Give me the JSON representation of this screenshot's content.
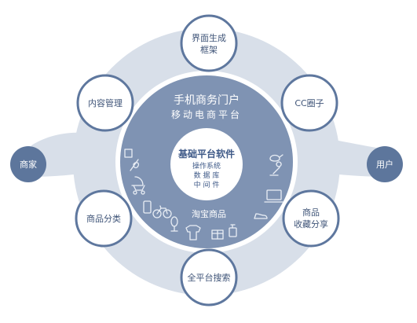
{
  "palette": {
    "outer_ring": "#d8dfe9",
    "inner_disc": "#7f93b3",
    "inner_disc_dark": "#6e84a6",
    "node_fill": "#ffffff",
    "node_stroke": "#5e779e",
    "node_text": "#3f5478",
    "endpoint_fill": "#5d769c",
    "center_fill": "#ffffff",
    "center_text": "#3f5a88",
    "disc_text": "#ffffff",
    "icon_line": "#e9eef5"
  },
  "left_endpoint": {
    "label": "商家"
  },
  "right_endpoint": {
    "label": "用户"
  },
  "nodes": [
    {
      "id": "interface-gen",
      "lines": [
        "界面生成",
        "框架"
      ]
    },
    {
      "id": "content-mgmt",
      "lines": [
        "内容管理"
      ]
    },
    {
      "id": "cc-circle",
      "lines": [
        "CC圈子"
      ]
    },
    {
      "id": "product-category",
      "lines": [
        "商品分类"
      ]
    },
    {
      "id": "product-fav-share",
      "lines": [
        "商品",
        "收藏分享"
      ]
    },
    {
      "id": "platform-search",
      "lines": [
        "全平台搜索"
      ]
    }
  ],
  "disc": {
    "title": "手机商务门户",
    "subtitle": "移动电商平台",
    "taobao_label": "淘宝商品"
  },
  "center": {
    "title": "基础平台软件",
    "line1": "操作系统",
    "line2": "数 据 库",
    "line3": "中 间 件"
  },
  "icons": [
    "violin-icon",
    "stroller-icon",
    "phone-icon",
    "bicycle-icon",
    "mirror-icon",
    "clothing-icon",
    "gift-icon",
    "perfume-icon",
    "shoe-icon",
    "laptop-icon",
    "lamp-icon",
    "teapot-icon",
    "frame-icon"
  ]
}
